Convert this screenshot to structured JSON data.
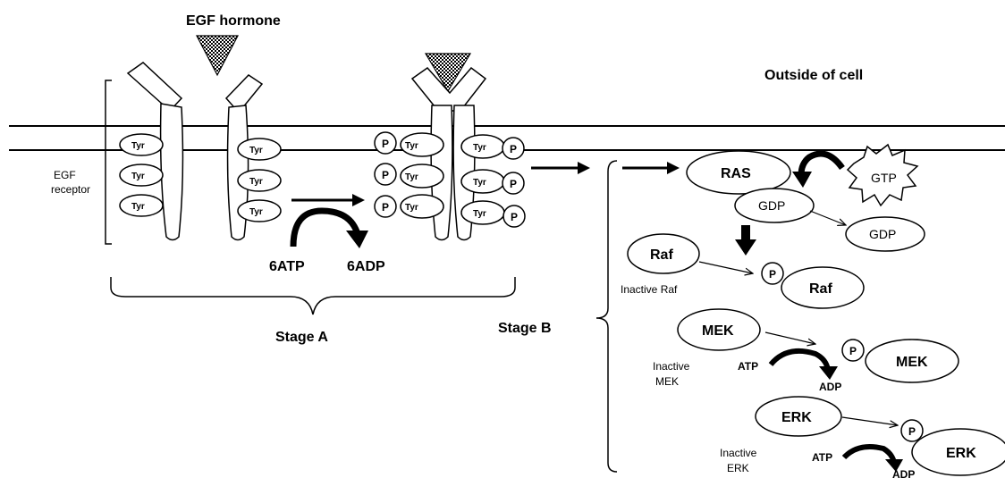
{
  "labels": {
    "egf_hormone": "EGF  hormone",
    "outside_cell": "Outside of cell",
    "egf_receptor_1": "EGF",
    "egf_receptor_2": "receptor",
    "tyr": "Tyr",
    "p": "P",
    "atp6": "6ATP",
    "adp6": "6ADP",
    "stage_a": "Stage A",
    "stage_b": "Stage B",
    "ras": "RAS",
    "gdp": "GDP",
    "gtp": "GTP",
    "raf": "Raf",
    "inactive_raf": "Inactive Raf",
    "mek": "MEK",
    "inactive_mek_1": "Inactive",
    "inactive_mek_2": "MEK",
    "erk": "ERK",
    "inactive_erk_1": "Inactive",
    "inactive_erk_2": "ERK",
    "atp": "ATP",
    "adp": "ADP"
  },
  "colors": {
    "line": "#000000",
    "background": "#ffffff"
  }
}
